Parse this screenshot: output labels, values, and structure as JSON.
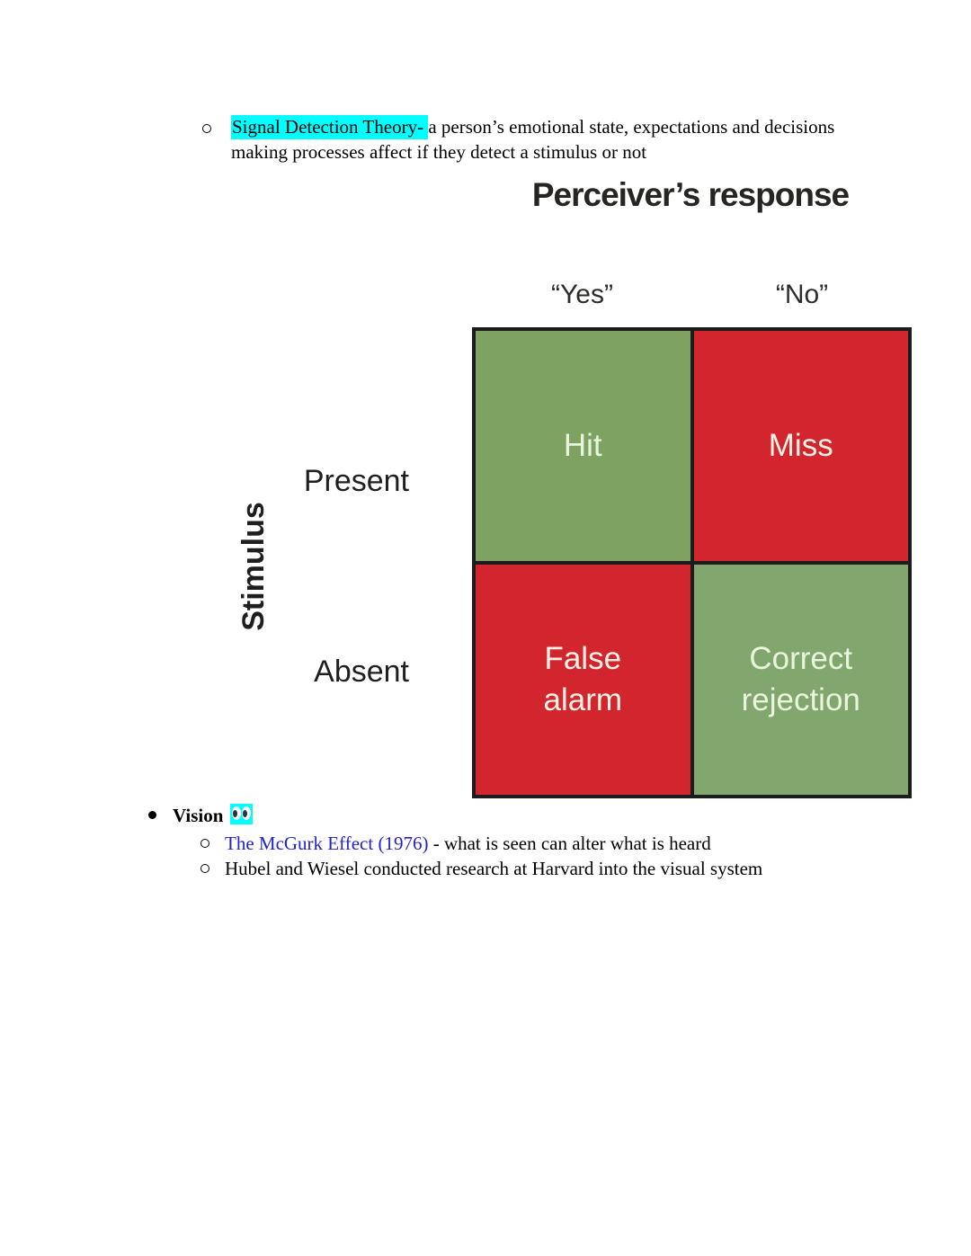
{
  "colors": {
    "highlight_cyan": "#00FFFF",
    "link_blue": "#2222CC",
    "cell_green": "#7EA262",
    "cell_green_light": "#82A76E",
    "cell_red": "#D2252E",
    "grid_border": "#1C1C1C"
  },
  "sdt_bullet": {
    "highlighted_term": "Signal Detection Theory- ",
    "definition_line1": "a person’s emotional state, expectations and decisions",
    "definition_line2": "making processes affect if they detect a stimulus or not"
  },
  "figure": {
    "title": "Perceiver’s response",
    "columns": {
      "yes": "“Yes”",
      "no": "“No”"
    },
    "stimulus_axis": "Stimulus",
    "rows": {
      "present": "Present",
      "absent": "Absent"
    },
    "cells": {
      "hit": "Hit",
      "miss": "Miss",
      "false_alarm": "False\nalarm",
      "correct_rejection": "Correct\nrejection"
    }
  },
  "vision": {
    "heading": "Vision",
    "emoji": "eyes",
    "items": [
      {
        "link_text": "The McGurk Effect (1976)",
        "rest": " - what is seen can alter what is heard"
      },
      {
        "text": "Hubel and Wiesel conducted research at Harvard into the visual system"
      }
    ]
  }
}
